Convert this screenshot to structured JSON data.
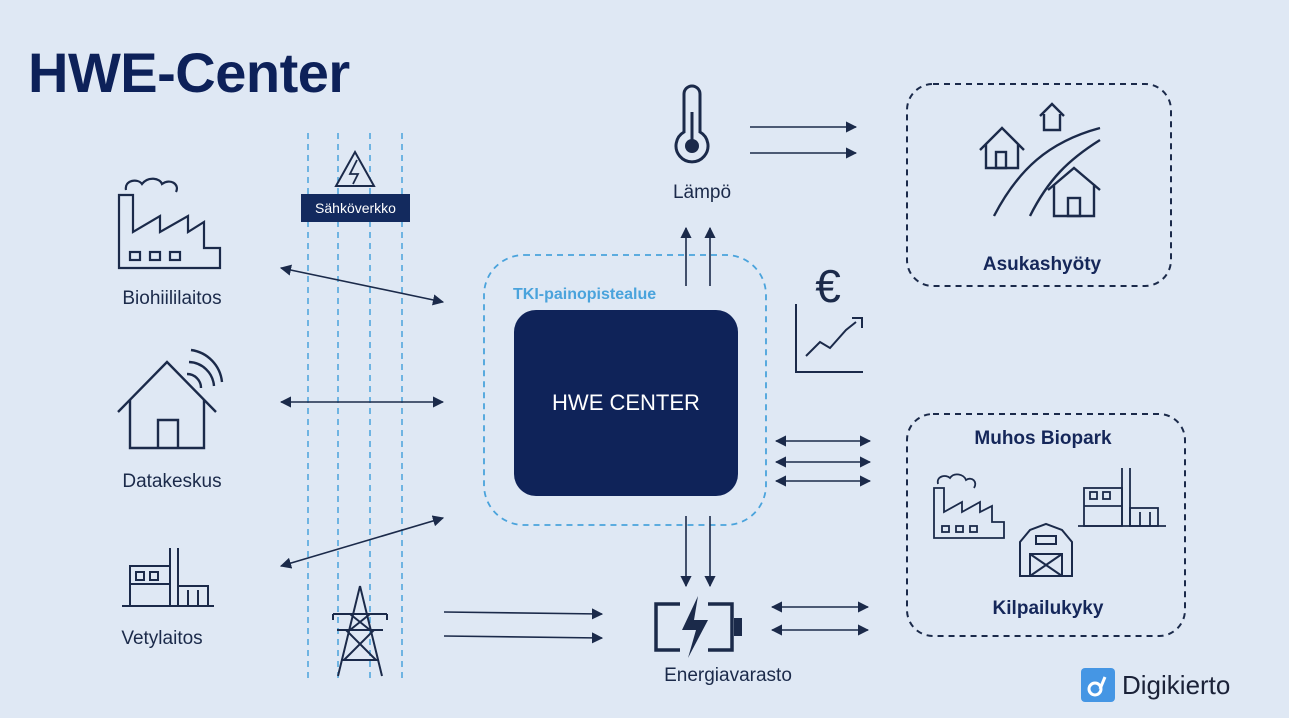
{
  "title": "HWE-Center",
  "grid_tag": "Sähköverkko",
  "rd_area": "TKI-painopistealue",
  "center": "HWE CENTER",
  "sources": {
    "biochar": "Biohiililaitos",
    "datacenter": "Datakeskus",
    "hydrogen": "Vetylaitos"
  },
  "heat": "Lämpö",
  "storage": "Energiavarasto",
  "residents": "Asukashyöty",
  "biopark": {
    "title": "Muhos Biopark",
    "subtitle": "Kilpailukyky"
  },
  "euro_symbol": "€",
  "brand": "Digikierto",
  "colors": {
    "background": "#dfe8f4",
    "navy": "#0f2359",
    "accent_blue": "#4aa3dc",
    "brand_blue": "#4596e4"
  }
}
